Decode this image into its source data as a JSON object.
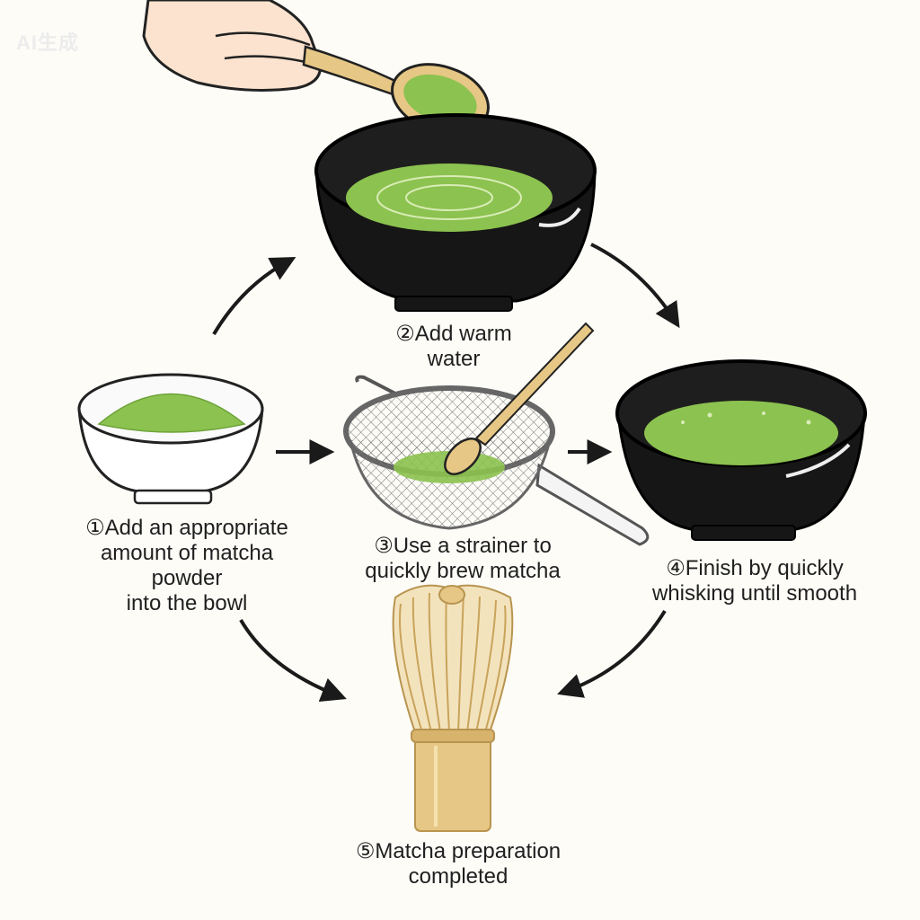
{
  "watermark": "AI生成",
  "steps": [
    {
      "lines": [
        "①Add an appropriate",
        "amount of matcha",
        "powder",
        "into the bowl"
      ]
    },
    {
      "lines": [
        "②Add warm",
        "water"
      ]
    },
    {
      "lines": [
        "③Use a strainer to",
        "quickly brew matcha"
      ]
    },
    {
      "lines": [
        "④Finish by quickly",
        "whisking until smooth"
      ]
    },
    {
      "lines": [
        "⑤Matcha preparation",
        "completed"
      ]
    }
  ],
  "colors": {
    "matcha": "#8cc24f",
    "matcha_dark": "#6ea33a",
    "bowl_black": "#161616",
    "bamboo": "#e6c785",
    "bamboo_dark": "#c9a35a",
    "background": "#fdfcf7"
  },
  "icons": [
    "hand-icon",
    "bamboo-scoop-icon",
    "matcha-powder-bowl-icon",
    "black-bowl-icon",
    "strainer-icon",
    "chasen-whisk-icon",
    "arrow-icon"
  ]
}
